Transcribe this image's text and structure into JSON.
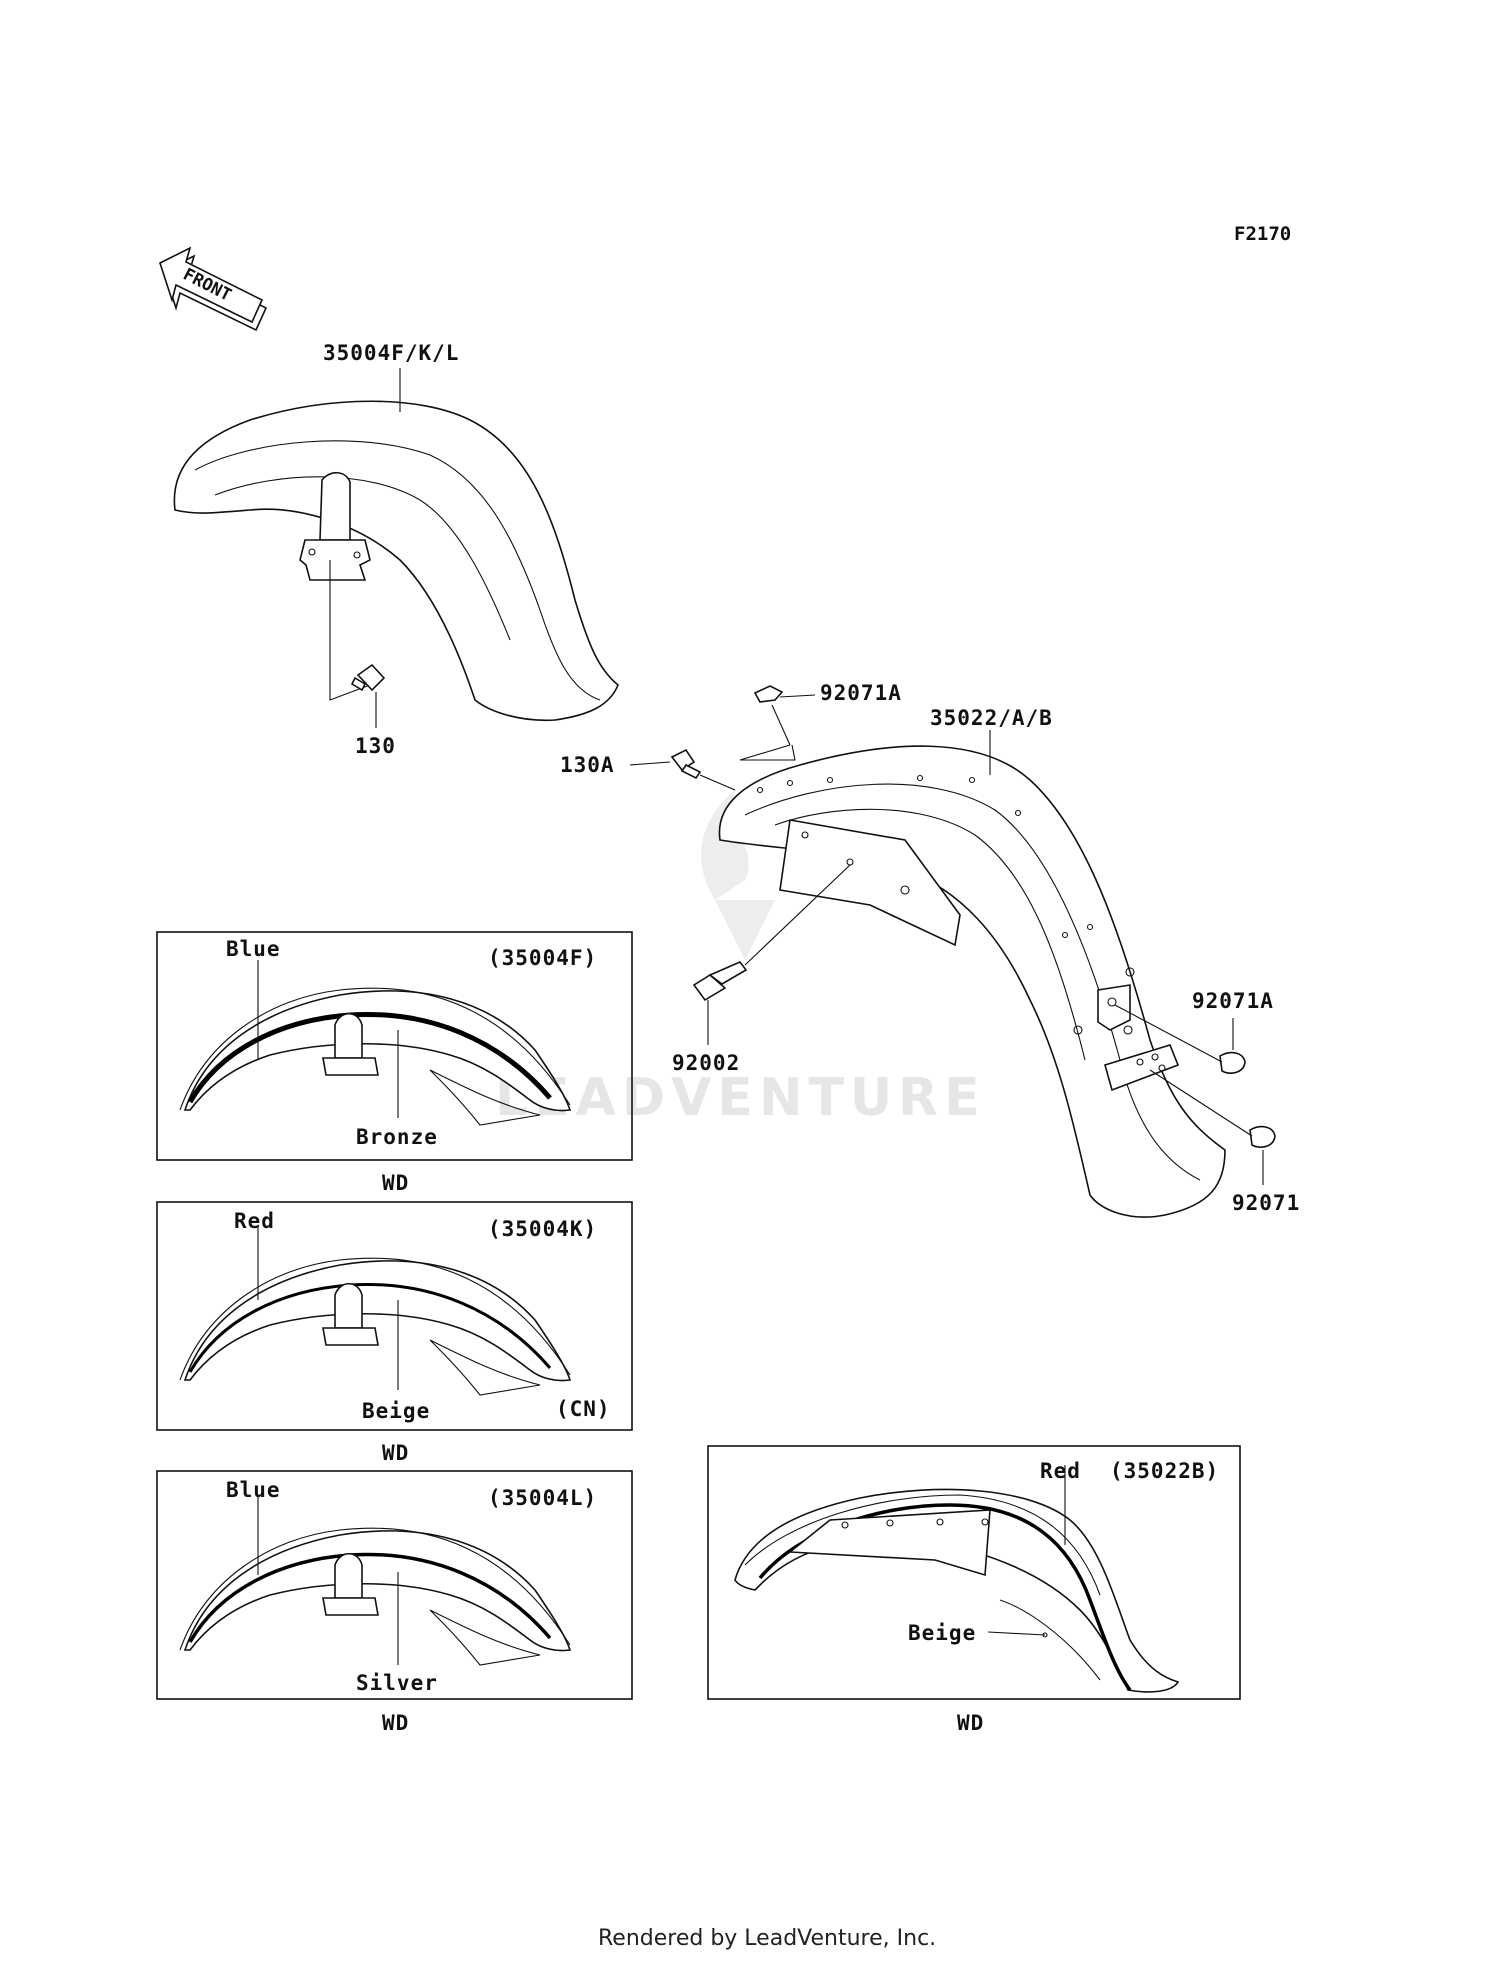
{
  "diagram_code": "F2170",
  "front_arrow_label": "FRONT",
  "watermark": "LEADVENTURE",
  "footer": "Rendered by LeadVenture, Inc.",
  "parts": {
    "front_fender": "35004F/K/L",
    "front_bolt": "130",
    "rear_fender": "35022/A/B",
    "rear_bolt": "130A",
    "rear_nut_top": "92071A",
    "rear_bolt_2": "92002",
    "rear_nut_side": "92071A",
    "rear_nut_bottom": "92071"
  },
  "panels": [
    {
      "part": "(35004F)",
      "stripe": "Blue",
      "body": "Bronze",
      "extra": "",
      "caption": "WD"
    },
    {
      "part": "(35004K)",
      "stripe": "Red",
      "body": "Beige",
      "extra": "(CN)",
      "caption": "WD"
    },
    {
      "part": "(35004L)",
      "stripe": "Blue",
      "body": "Silver",
      "extra": "",
      "caption": "WD"
    },
    {
      "part": "(35022B)",
      "stripe": "Red",
      "body": "Beige",
      "extra": "",
      "caption": "WD"
    }
  ]
}
